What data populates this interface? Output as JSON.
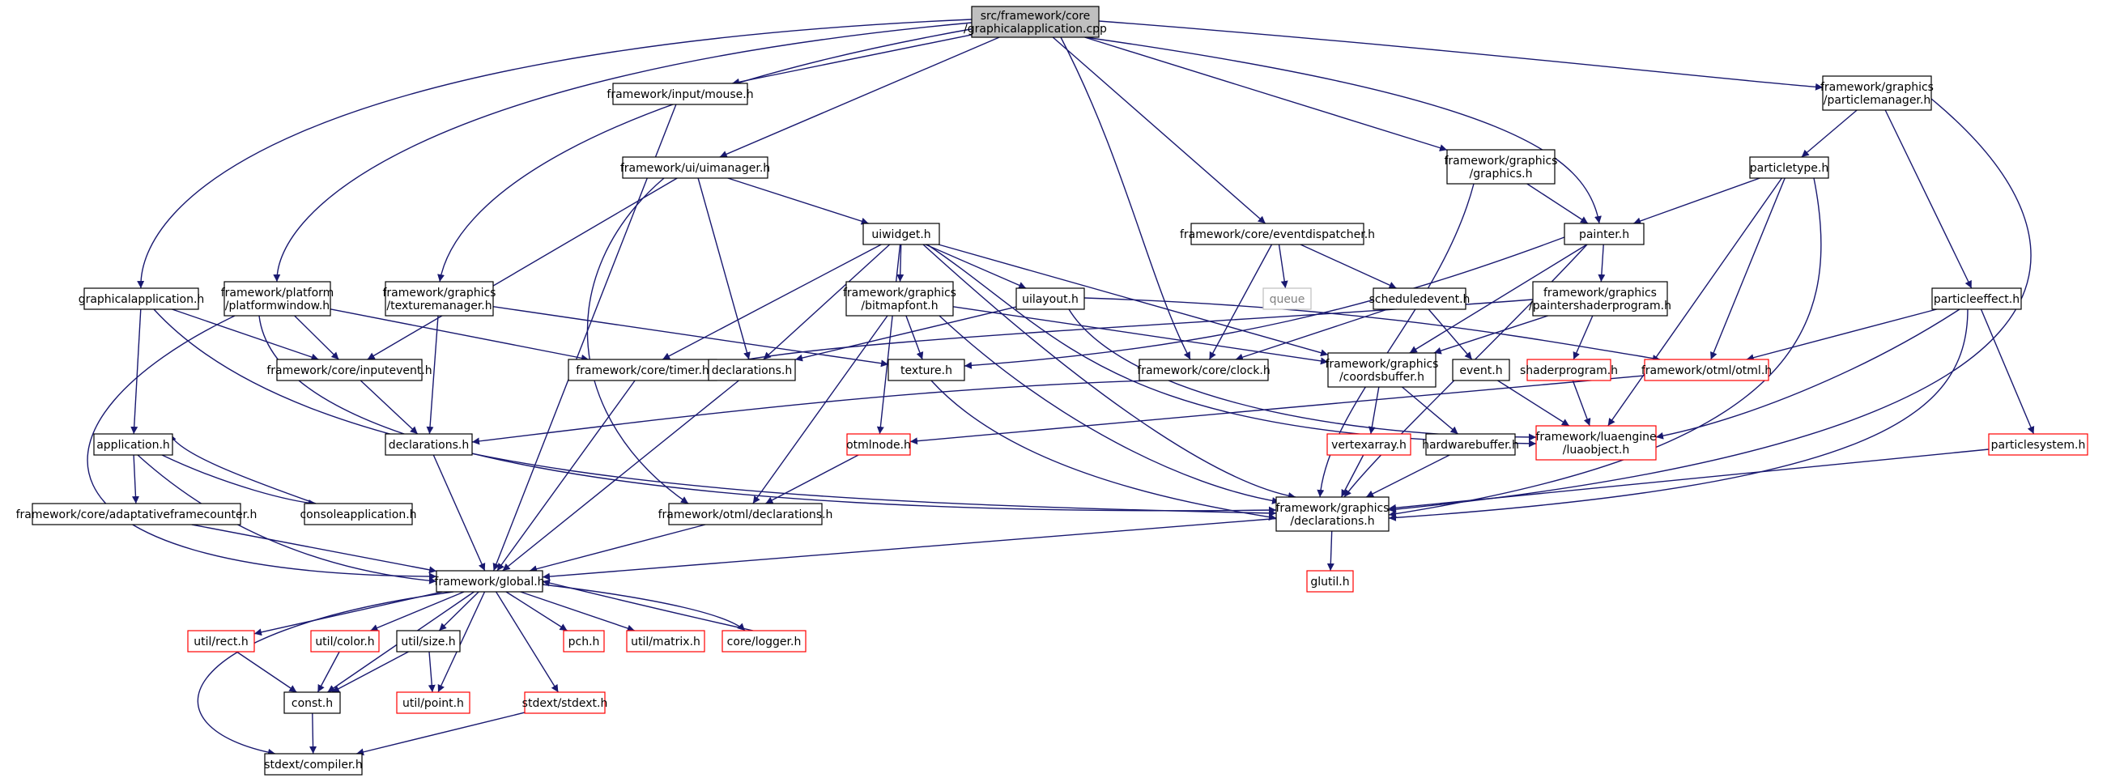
{
  "colors": {
    "edge": "#191970",
    "root_fill": "#bfbfbf",
    "node_border": "#000000",
    "missing_border": "#ff0000",
    "external_border": "#bfbfbf",
    "external_text": "#808080"
  },
  "nodes": [
    {
      "id": "root",
      "lines": [
        "src/framework/core",
        "/graphicalapplication.cpp"
      ],
      "kind": "root"
    },
    {
      "id": "mouse",
      "lines": [
        "framework/input/mouse.h"
      ],
      "kind": "normal"
    },
    {
      "id": "particlemanager",
      "lines": [
        "framework/graphics",
        "/particlemanager.h"
      ],
      "kind": "normal"
    },
    {
      "id": "uimanager",
      "lines": [
        "framework/ui/uimanager.h"
      ],
      "kind": "normal"
    },
    {
      "id": "graphics",
      "lines": [
        "framework/graphics",
        "/graphics.h"
      ],
      "kind": "normal"
    },
    {
      "id": "particletype",
      "lines": [
        "particletype.h"
      ],
      "kind": "normal"
    },
    {
      "id": "uiwidget",
      "lines": [
        "uiwidget.h"
      ],
      "kind": "normal"
    },
    {
      "id": "eventdispatcher",
      "lines": [
        "framework/core/eventdispatcher.h"
      ],
      "kind": "normal"
    },
    {
      "id": "painter",
      "lines": [
        "painter.h"
      ],
      "kind": "normal"
    },
    {
      "id": "graphicalapplication_h",
      "lines": [
        "graphicalapplication.h"
      ],
      "kind": "normal"
    },
    {
      "id": "platformwindow",
      "lines": [
        "framework/platform",
        "/platformwindow.h"
      ],
      "kind": "normal"
    },
    {
      "id": "texturemanager",
      "lines": [
        "framework/graphics",
        "/texturemanager.h"
      ],
      "kind": "normal"
    },
    {
      "id": "bitmapfont",
      "lines": [
        "framework/graphics",
        "/bitmapfont.h"
      ],
      "kind": "normal"
    },
    {
      "id": "uilayout",
      "lines": [
        "uilayout.h"
      ],
      "kind": "normal"
    },
    {
      "id": "queue",
      "lines": [
        "queue"
      ],
      "kind": "external"
    },
    {
      "id": "scheduledevent",
      "lines": [
        "scheduledevent.h"
      ],
      "kind": "normal"
    },
    {
      "id": "paintershaderprogram",
      "lines": [
        "framework/graphics",
        "/paintershaderprogram.h"
      ],
      "kind": "normal"
    },
    {
      "id": "particleeffect",
      "lines": [
        "particleeffect.h"
      ],
      "kind": "normal"
    },
    {
      "id": "inputevent",
      "lines": [
        "framework/core/inputevent.h"
      ],
      "kind": "normal"
    },
    {
      "id": "timer",
      "lines": [
        "framework/core/timer.h"
      ],
      "kind": "normal"
    },
    {
      "id": "declarations_ui",
      "lines": [
        "declarations.h"
      ],
      "kind": "normal"
    },
    {
      "id": "texture",
      "lines": [
        "texture.h"
      ],
      "kind": "normal"
    },
    {
      "id": "clock",
      "lines": [
        "framework/core/clock.h"
      ],
      "kind": "normal"
    },
    {
      "id": "coordsbuffer",
      "lines": [
        "framework/graphics",
        "/coordsbuffer.h"
      ],
      "kind": "normal"
    },
    {
      "id": "event",
      "lines": [
        "event.h"
      ],
      "kind": "normal"
    },
    {
      "id": "shaderprogram",
      "lines": [
        "shaderprogram.h"
      ],
      "kind": "missing"
    },
    {
      "id": "otml",
      "lines": [
        "framework/otml/otml.h"
      ],
      "kind": "missing"
    },
    {
      "id": "application",
      "lines": [
        "application.h"
      ],
      "kind": "normal"
    },
    {
      "id": "declarations_core",
      "lines": [
        "declarations.h"
      ],
      "kind": "normal"
    },
    {
      "id": "otmlnode",
      "lines": [
        "otmlnode.h"
      ],
      "kind": "missing"
    },
    {
      "id": "vertexarray",
      "lines": [
        "vertexarray.h"
      ],
      "kind": "missing"
    },
    {
      "id": "hardwarebuffer",
      "lines": [
        "hardwarebuffer.h"
      ],
      "kind": "normal"
    },
    {
      "id": "luaobject",
      "lines": [
        "framework/luaengine",
        "/luaobject.h"
      ],
      "kind": "missing"
    },
    {
      "id": "particlesystem",
      "lines": [
        "particlesystem.h"
      ],
      "kind": "missing"
    },
    {
      "id": "adaptiveframecounter",
      "lines": [
        "framework/core/adaptativeframecounter.h"
      ],
      "kind": "normal"
    },
    {
      "id": "consoleapplication",
      "lines": [
        "consoleapplication.h"
      ],
      "kind": "normal"
    },
    {
      "id": "otml_declarations",
      "lines": [
        "framework/otml/declarations.h"
      ],
      "kind": "normal"
    },
    {
      "id": "graphics_declarations",
      "lines": [
        "framework/graphics",
        "/declarations.h"
      ],
      "kind": "normal"
    },
    {
      "id": "global",
      "lines": [
        "framework/global.h"
      ],
      "kind": "normal"
    },
    {
      "id": "glutil",
      "lines": [
        "glutil.h"
      ],
      "kind": "missing"
    },
    {
      "id": "rect",
      "lines": [
        "util/rect.h"
      ],
      "kind": "missing"
    },
    {
      "id": "color",
      "lines": [
        "util/color.h"
      ],
      "kind": "missing"
    },
    {
      "id": "size",
      "lines": [
        "util/size.h"
      ],
      "kind": "normal"
    },
    {
      "id": "pch",
      "lines": [
        "pch.h"
      ],
      "kind": "missing"
    },
    {
      "id": "matrix",
      "lines": [
        "util/matrix.h"
      ],
      "kind": "missing"
    },
    {
      "id": "logger",
      "lines": [
        "core/logger.h"
      ],
      "kind": "missing"
    },
    {
      "id": "const",
      "lines": [
        "const.h"
      ],
      "kind": "normal"
    },
    {
      "id": "point",
      "lines": [
        "util/point.h"
      ],
      "kind": "missing"
    },
    {
      "id": "stdext",
      "lines": [
        "stdext/stdext.h"
      ],
      "kind": "missing"
    },
    {
      "id": "compiler",
      "lines": [
        "stdext/compiler.h"
      ],
      "kind": "normal"
    }
  ],
  "edges": [
    [
      "root",
      "mouse"
    ],
    [
      "root",
      "particlemanager"
    ],
    [
      "root",
      "uimanager"
    ],
    [
      "root",
      "graphics"
    ],
    [
      "root",
      "eventdispatcher"
    ],
    [
      "root",
      "painter"
    ],
    [
      "root",
      "graphicalapplication_h"
    ],
    [
      "root",
      "platformwindow"
    ],
    [
      "root",
      "texturemanager"
    ],
    [
      "root",
      "clock"
    ],
    [
      "mouse",
      "global"
    ],
    [
      "particlemanager",
      "particletype"
    ],
    [
      "particlemanager",
      "particleeffect"
    ],
    [
      "particlemanager",
      "graphics_declarations"
    ],
    [
      "uimanager",
      "uiwidget"
    ],
    [
      "uimanager",
      "inputevent"
    ],
    [
      "uimanager",
      "declarations_ui"
    ],
    [
      "uimanager",
      "otml_declarations"
    ],
    [
      "graphics",
      "painter"
    ],
    [
      "graphics",
      "graphics_declarations"
    ],
    [
      "particletype",
      "painter"
    ],
    [
      "particletype",
      "otml"
    ],
    [
      "particletype",
      "luaobject"
    ],
    [
      "particletype",
      "graphics_declarations"
    ],
    [
      "uiwidget",
      "bitmapfont"
    ],
    [
      "uiwidget",
      "uilayout"
    ],
    [
      "uiwidget",
      "timer"
    ],
    [
      "uiwidget",
      "declarations_ui"
    ],
    [
      "uiwidget",
      "otmlnode"
    ],
    [
      "uiwidget",
      "coordsbuffer"
    ],
    [
      "uiwidget",
      "luaobject"
    ],
    [
      "uiwidget",
      "graphics_declarations"
    ],
    [
      "eventdispatcher",
      "queue"
    ],
    [
      "eventdispatcher",
      "scheduledevent"
    ],
    [
      "eventdispatcher",
      "clock"
    ],
    [
      "painter",
      "paintershaderprogram"
    ],
    [
      "painter",
      "coordsbuffer"
    ],
    [
      "painter",
      "texture"
    ],
    [
      "painter",
      "graphics_declarations"
    ],
    [
      "graphicalapplication_h",
      "application"
    ],
    [
      "graphicalapplication_h",
      "inputevent"
    ],
    [
      "graphicalapplication_h",
      "graphics_declarations"
    ],
    [
      "platformwindow",
      "inputevent"
    ],
    [
      "platformwindow",
      "timer"
    ],
    [
      "platformwindow",
      "graphics_declarations"
    ],
    [
      "platformwindow",
      "global"
    ],
    [
      "texturemanager",
      "texture"
    ],
    [
      "texturemanager",
      "declarations_core"
    ],
    [
      "bitmapfont",
      "texture"
    ],
    [
      "bitmapfont",
      "coordsbuffer"
    ],
    [
      "bitmapfont",
      "otml_declarations"
    ],
    [
      "bitmapfont",
      "graphics_declarations"
    ],
    [
      "uilayout",
      "declarations_ui"
    ],
    [
      "uilayout",
      "otml"
    ],
    [
      "uilayout",
      "luaobject"
    ],
    [
      "scheduledevent",
      "event"
    ],
    [
      "scheduledevent",
      "clock"
    ],
    [
      "paintershaderprogram",
      "shaderprogram"
    ],
    [
      "paintershaderprogram",
      "coordsbuffer"
    ],
    [
      "paintershaderprogram",
      "timer"
    ],
    [
      "particleeffect",
      "otml"
    ],
    [
      "particleeffect",
      "luaobject"
    ],
    [
      "particleeffect",
      "particlesystem"
    ],
    [
      "particleeffect",
      "graphics_declarations"
    ],
    [
      "inputevent",
      "declarations_core"
    ],
    [
      "timer",
      "global"
    ],
    [
      "declarations_ui",
      "global"
    ],
    [
      "texture",
      "graphics_declarations"
    ],
    [
      "clock",
      "declarations_core"
    ],
    [
      "coordsbuffer",
      "vertexarray"
    ],
    [
      "coordsbuffer",
      "hardwarebuffer"
    ],
    [
      "event",
      "luaobject"
    ],
    [
      "shaderprogram",
      "luaobject"
    ],
    [
      "otml",
      "otmlnode"
    ],
    [
      "application",
      "adaptiveframecounter"
    ],
    [
      "application",
      "consoleapplication"
    ],
    [
      "application",
      "global"
    ],
    [
      "declarations_core",
      "global"
    ],
    [
      "otmlnode",
      "otml_declarations"
    ],
    [
      "vertexarray",
      "graphics_declarations"
    ],
    [
      "hardwarebuffer",
      "graphics_declarations"
    ],
    [
      "particlesystem",
      "graphics_declarations"
    ],
    [
      "adaptiveframecounter",
      "global"
    ],
    [
      "consoleapplication",
      "application"
    ],
    [
      "otml_declarations",
      "global"
    ],
    [
      "graphics_declarations",
      "global"
    ],
    [
      "graphics_declarations",
      "glutil"
    ],
    [
      "global",
      "rect"
    ],
    [
      "global",
      "color"
    ],
    [
      "global",
      "size"
    ],
    [
      "global",
      "pch"
    ],
    [
      "global",
      "matrix"
    ],
    [
      "global",
      "logger"
    ],
    [
      "global",
      "const"
    ],
    [
      "global",
      "point"
    ],
    [
      "global",
      "stdext"
    ],
    [
      "global",
      "compiler"
    ],
    [
      "rect",
      "const"
    ],
    [
      "color",
      "const"
    ],
    [
      "size",
      "const"
    ],
    [
      "size",
      "point"
    ],
    [
      "logger",
      "global"
    ],
    [
      "const",
      "compiler"
    ],
    [
      "stdext",
      "compiler"
    ]
  ]
}
